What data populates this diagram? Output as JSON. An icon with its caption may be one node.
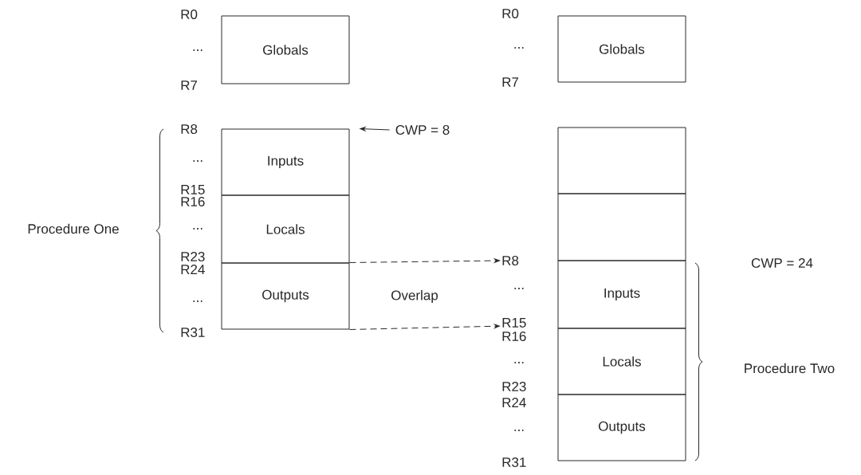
{
  "diagram": {
    "nodes": [
      {
        "text": [
          "Globals"
        ]
      },
      {
        "text": [
          "Inputs"
        ]
      },
      {
        "text": [
          "Locals"
        ]
      },
      {
        "text": [
          "Outputs"
        ]
      },
      {
        "text": [
          "CWP = 8"
        ]
      },
      {
        "text": [
          "Globals"
        ]
      },
      {
        "text": [],
        "shape": "box"
      },
      {
        "text": [],
        "shape": "box"
      },
      {
        "text": [
          "R8"
        ]
      },
      {
        "text": [
          "Inputs"
        ]
      },
      {
        "text": [
          "R15"
        ]
      },
      {
        "text": [
          "Locals"
        ]
      },
      {
        "text": [
          "Outputs"
        ]
      }
    ],
    "edges": [
      {
        "from": 4,
        "to": 1,
        "arrow": "to"
      },
      {
        "from": 3,
        "to": 8,
        "arrow": "to",
        "style": "dashed"
      },
      {
        "from": 3,
        "to": 10,
        "arrow": "to",
        "style": "dashed"
      }
    ],
    "labels": [
      "R0",
      "...",
      "R7",
      "R8",
      "...",
      "R15",
      "R16",
      "...",
      "R23",
      "R24",
      "...",
      "R31",
      "Procedure One",
      "Overlap",
      "R0",
      "...",
      "R7",
      "...",
      "R16",
      "...",
      "R23",
      "R24",
      "...",
      "R31",
      "CWP = 24",
      "Procedure Two"
    ]
  }
}
